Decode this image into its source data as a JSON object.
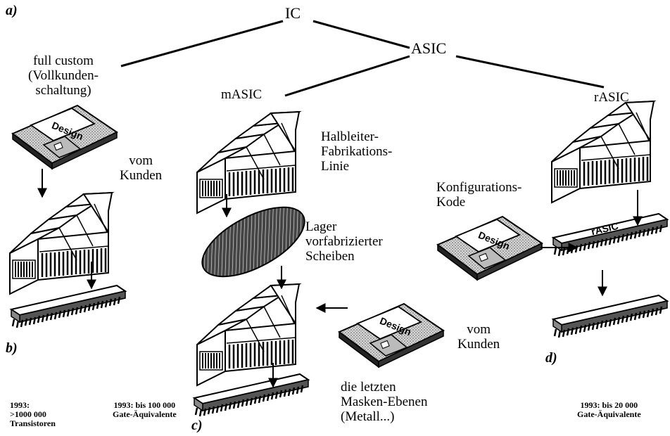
{
  "tags": {
    "a": "a)",
    "b": "b)",
    "c": "c)",
    "d": "d)"
  },
  "nodes": {
    "ic": "IC",
    "asic": "ASIC",
    "full_custom": "full custom\n(Vollkunden-\nschaltung)",
    "masic": "mASIC",
    "rasic": "rASIC"
  },
  "labels": {
    "vom_kunden_left": "vom\nKunden",
    "halbleiter": "Halbleiter-\nFabrikations-\nLinie",
    "lager": "Lager\nvorfabrizierter\nScheiben",
    "vom_kunden_mid": "vom\nKunden",
    "masken": "die letzten\nMasken-Ebenen\n(Metall...)",
    "konfig": "Konfigurations-\nKode",
    "disk_text": "Design",
    "chip_text": "rASIC"
  },
  "stats": {
    "full_custom": "1993:\n>1000 000\nTransistoren",
    "masic": "1993: bis 100 000\nGate-Äquivalente",
    "rasic": "1993: bis 20 000\nGate-Äquivalente"
  }
}
